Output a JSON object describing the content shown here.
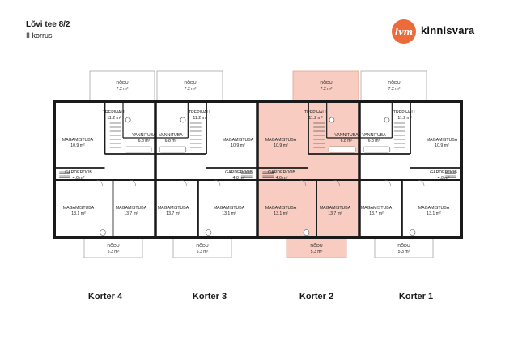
{
  "header": {
    "title": "Lõvi tee 8/2",
    "subtitle": "II korrus",
    "logo_text": "lvm",
    "brand": "kinnisvara"
  },
  "colors": {
    "highlight": "#f8ccc0",
    "highlight_border": "#e8a38e",
    "wall": "#1a1a1a",
    "brand": "#ec6b3b"
  },
  "apartments": [
    {
      "label": "Korter 4",
      "highlighted": false,
      "rooms": {
        "rodu_top": [
          "RÕDU",
          "7.2 m²"
        ],
        "trepihall": [
          "TREPIHALL",
          "11.2 m²"
        ],
        "vannituba": [
          "VANNITUBA",
          "6.8 m²"
        ],
        "magamistuba_top": [
          "MAGAMISTUBA",
          "10.9 m²"
        ],
        "garderoob": [
          "GARDEROOB",
          "4.0 m²"
        ],
        "magamistuba_bl": [
          "MAGAMISTUBA",
          "13.1 m²"
        ],
        "magamistuba_br": [
          "MAGAMISTUBA",
          "13.7 m²"
        ],
        "rodu_bottom": [
          "RÕDU",
          "5.3 m²"
        ]
      }
    },
    {
      "label": "Korter 3",
      "highlighted": false,
      "rooms": {
        "rodu_top": [
          "RÕDU",
          "7.2 m²"
        ],
        "trepihall": [
          "TREPIHALL",
          "11.2 m²"
        ],
        "vannituba": [
          "VANNITUBA",
          "6.8 m²"
        ],
        "magamistuba_top": [
          "MAGAMISTUBA",
          "10.9 m²"
        ],
        "garderoob": [
          "GARDEROOB",
          "4.0 m²"
        ],
        "magamistuba_bl": [
          "MAGAMISTUBA",
          "13.7 m²"
        ],
        "magamistuba_br": [
          "MAGAMISTUBA",
          "13.1 m²"
        ],
        "rodu_bottom": [
          "RÕDU",
          "5.3 m²"
        ]
      }
    },
    {
      "label": "Korter 2",
      "highlighted": true,
      "rooms": {
        "rodu_top": [
          "RÕDU",
          "7.2 m²"
        ],
        "trepihall": [
          "TREPIHALL",
          "11.2 m²"
        ],
        "vannituba": [
          "VANNITUBA",
          "6.8 m²"
        ],
        "magamistuba_top": [
          "MAGAMISTUBA",
          "10.9 m²"
        ],
        "garderoob": [
          "GARDEROOB",
          "4.0 m²"
        ],
        "magamistuba_bl": [
          "MAGAMISTUBA",
          "13.1 m²"
        ],
        "magamistuba_br": [
          "MAGAMISTUBA",
          "13.7 m²"
        ],
        "rodu_bottom": [
          "RÕDU",
          "5.3 m²"
        ]
      }
    },
    {
      "label": "Korter 1",
      "highlighted": false,
      "rooms": {
        "rodu_top": [
          "RÕDU",
          "7.2 m²"
        ],
        "trepihall": [
          "TREPIHALL",
          "11.2 m²"
        ],
        "vannituba": [
          "VANNITUBA",
          "6.8 m²"
        ],
        "magamistuba_top": [
          "MAGAMISTUBA",
          "10.9 m²"
        ],
        "garderoob": [
          "GARDEROOB",
          "4.0 m²"
        ],
        "magamistuba_bl": [
          "MAGAMISTUBA",
          "13.7 m²"
        ],
        "magamistuba_br": [
          "MAGAMISTUBA",
          "13.1 m²"
        ],
        "rodu_bottom": [
          "RÕDU",
          "5.3 m²"
        ]
      }
    }
  ]
}
